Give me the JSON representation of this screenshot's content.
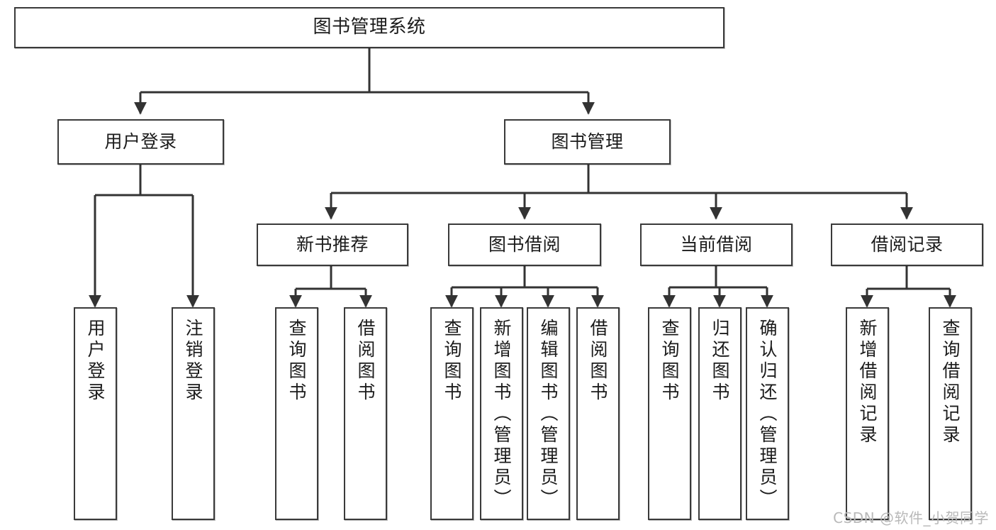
{
  "diagram": {
    "type": "hierarchy-tree",
    "title": "图书管理系统",
    "watermark": "CSDN @软件_小贺同学",
    "colors": {
      "box_border": "#3a3a3a",
      "box_fill": "#ffffff",
      "connector": "#333333",
      "text": "#1b1b1b",
      "watermark": "#b9b9b9"
    },
    "levels": {
      "level1": [
        {
          "id": "root",
          "label": "图书管理系统",
          "orientation": "horizontal"
        }
      ],
      "level2": [
        {
          "id": "user-login",
          "label": "用户登录",
          "orientation": "horizontal"
        },
        {
          "id": "book-manage",
          "label": "图书管理",
          "orientation": "horizontal"
        }
      ],
      "level3": [
        {
          "id": "new-book-rec",
          "label": "新书推荐",
          "orientation": "horizontal"
        },
        {
          "id": "book-borrow",
          "label": "图书借阅",
          "orientation": "horizontal"
        },
        {
          "id": "current-borrow",
          "label": "当前借阅",
          "orientation": "horizontal"
        },
        {
          "id": "borrow-record",
          "label": "借阅记录",
          "orientation": "horizontal"
        }
      ],
      "level4": [
        {
          "id": "leaf-user-login",
          "label": "用户登录",
          "parent": "user-login",
          "orientation": "vertical"
        },
        {
          "id": "leaf-logout",
          "label": "注销登录",
          "parent": "user-login",
          "orientation": "vertical"
        },
        {
          "id": "leaf-query-book-1",
          "label": "查询图书",
          "parent": "new-book-rec",
          "orientation": "vertical"
        },
        {
          "id": "leaf-borrow-book-1",
          "label": "借阅图书",
          "parent": "new-book-rec",
          "orientation": "vertical"
        },
        {
          "id": "leaf-query-book-2",
          "label": "查询图书",
          "parent": "book-borrow",
          "orientation": "vertical"
        },
        {
          "id": "leaf-add-book",
          "label": "新增图书（管理员）",
          "parent": "book-borrow",
          "orientation": "vertical"
        },
        {
          "id": "leaf-edit-book",
          "label": "编辑图书（管理员）",
          "parent": "book-borrow",
          "orientation": "vertical"
        },
        {
          "id": "leaf-borrow-book-2",
          "label": "借阅图书",
          "parent": "book-borrow",
          "orientation": "vertical"
        },
        {
          "id": "leaf-query-book-3",
          "label": "查询图书",
          "parent": "current-borrow",
          "orientation": "vertical"
        },
        {
          "id": "leaf-return-book",
          "label": "归还图书",
          "parent": "current-borrow",
          "orientation": "vertical"
        },
        {
          "id": "leaf-confirm-return",
          "label": "确认归还（管理员）",
          "parent": "current-borrow",
          "orientation": "vertical"
        },
        {
          "id": "leaf-add-record",
          "label": "新增借阅记录",
          "parent": "borrow-record",
          "orientation": "vertical"
        },
        {
          "id": "leaf-query-record",
          "label": "查询借阅记录",
          "parent": "borrow-record",
          "orientation": "vertical"
        }
      ]
    }
  }
}
